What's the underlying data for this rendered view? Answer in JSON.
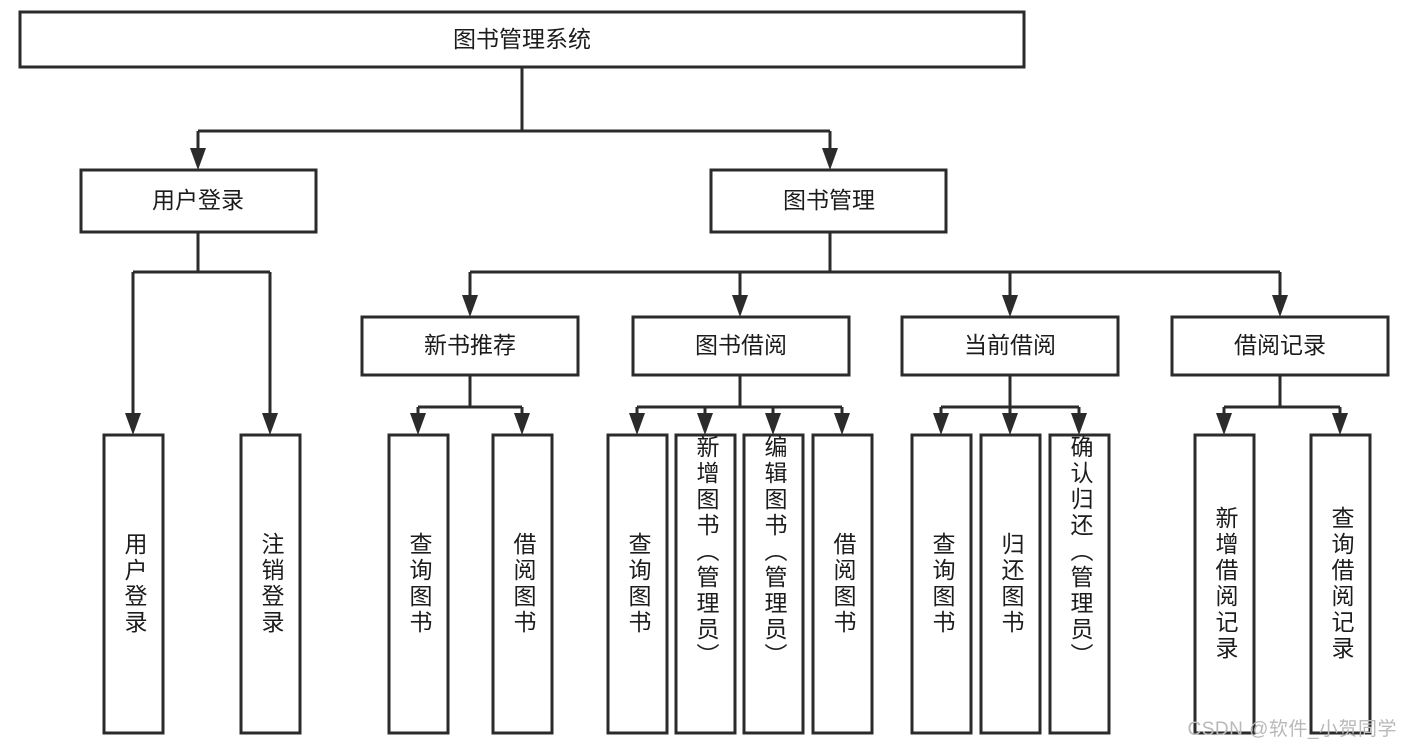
{
  "diagram": {
    "title": "图书管理系统",
    "type": "tree-hierarchy",
    "watermark": "CSDN @软件_小贺同学",
    "colors": {
      "stroke": "#2b2b2b",
      "fill": "#ffffff",
      "text": "#1c1c1c",
      "watermark": "#b9b9b9"
    },
    "root": {
      "label": "图书管理系统"
    },
    "level2": [
      {
        "label": "用户登录"
      },
      {
        "label": "图书管理"
      }
    ],
    "level3": [
      {
        "label": "新书推荐"
      },
      {
        "label": "图书借阅"
      },
      {
        "label": "当前借阅"
      },
      {
        "label": "借阅记录"
      }
    ],
    "leaves": {
      "user_login": [
        {
          "label": "用户登录"
        },
        {
          "label": "注销登录"
        }
      ],
      "new_book_recommend": [
        {
          "label": "查询图书"
        },
        {
          "label": "借阅图书"
        }
      ],
      "book_borrow": [
        {
          "label": "查询图书"
        },
        {
          "label": "新增图书（管理员）"
        },
        {
          "label": "编辑图书（管理员）"
        },
        {
          "label": "借阅图书"
        }
      ],
      "current_borrow": [
        {
          "label": "查询图书"
        },
        {
          "label": "归还图书"
        },
        {
          "label": "确认归还（管理员）"
        }
      ],
      "borrow_record": [
        {
          "label": "新增借阅记录"
        },
        {
          "label": "查询借阅记录"
        }
      ]
    }
  }
}
